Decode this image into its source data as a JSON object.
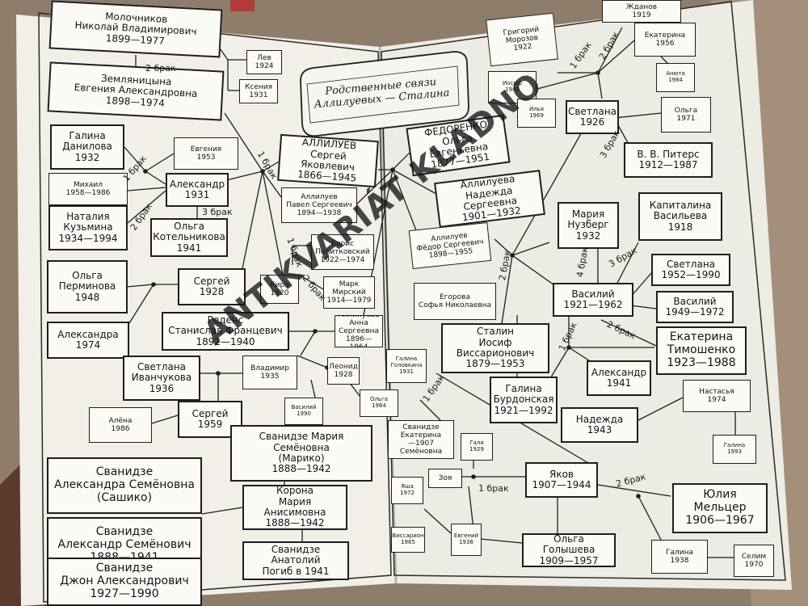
{
  "title": "Родственные связи\nАллилуевых — Сталина",
  "watermark": "ANTIKVARIÁT KLADNO",
  "people": {
    "molochnikov": "Молочников\nНиколай Владимирович\n1899—1977",
    "lev": "Лев\n1924",
    "kseniya": "Ксения\n1931",
    "zemlyanitsyna": "Земляницына\nЕвгения Александровна\n1898—1974",
    "galina_danilova": "Галина\nДанилова\n1932",
    "evgeniya_1953": "Евгения\n1953",
    "mikhail": "Михаил\n1958—1986",
    "aleksandr_1931": "Александр\n1931",
    "nataliya": "Наталия\nКузьмина\n1934—1994",
    "olga_kotelnikova": "Ольга\nКотельникова\n1941",
    "olga_perminova": "Ольга\nПерминова\n1948",
    "sergei_1928": "Сергей\n1928",
    "aleksandra_1974": "Александра\n1974",
    "alliluev_sergei": "АЛЛИЛУЕВ\nСергей Яковлевич\n1866—1945",
    "alliluev_pavel": "Аллилуев\nПавел Сергеевич\n1894—1938",
    "boris": "Борис\nПолитковский\n1922—1974",
    "kira": "Кира\n1920",
    "mark": "Марк\nМирский\n1914—1979",
    "redens": "Реденс\nСтанислав Францевич\n1892—1940",
    "anna": "Аллилуева\nАнна Сергеевна\n1896—1964",
    "svetlana_ivanchukova": "Светлана\nИванчукова\n1936",
    "vladimir": "Владимир\n1935",
    "leonid": "Леонид\n1928",
    "galina_golovkina": "Галина\nГоловкина\n1931",
    "vasily_1990": "Василий\n1990",
    "olga_1964": "Ольга\n1964",
    "alena": "Алёна\n1986",
    "sergei_1959": "Сергей\n1959",
    "svanidze_mariya": "Сванидзе Мария Семёновна\n(Марико)\n1888—1942",
    "svanidze_aleksandra": "Сванидзе\nАлександра Семёновна\n(Сашико)",
    "korona": "Корона\nМария Анисимовна\n1888—1942",
    "svanidze_aleksandr": "Сванидзе\nАлександр Семёнович\n1888—1941",
    "svanidze_anatoly": "Сванидзе Анатолий\nПогиб в 1941",
    "svanidze_dzhon": "Сванидзе\nДжон Александрович\n1927—1990",
    "fedorenko": "ФЕДОРЕНКО\nОльга Евгеньевна\n1877—1951",
    "nadezhda": "Аллилуева\nНадежда Сергеевна\n1901—1932",
    "fedor": "Аллилуев\nФёдор Сергеевич\n1898—1955",
    "egorova": "Егорова\nСофья Николаевна",
    "grigory": "Григорий\nМорозов\n1922",
    "zhdanov": "Жданов\n1919",
    "ekaterina_1956": "Екатерина\n1956",
    "iosif_1945": "Иосиф\n1945",
    "ilya": "Илья\n1969",
    "svetlana_1926": "Светлана\n1926",
    "anyuta": "Анюта\n1984",
    "olga_1971": "Ольга\n1971",
    "piters": "В. В. Питерс\n1912—1987",
    "mariya_nuzberg": "Мария\nНузберг\n1932",
    "kapitalina": "Капиталина\nВасильева\n1918",
    "svetlana_1952": "Светлана\n1952—1990",
    "vasily_1921": "Василий\n1921—1962",
    "vasily_1949": "Василий\n1949—1972",
    "stalin": "Сталин\nИосиф Виссарионович\n1879—1953",
    "ekaterina_timoshenko": "Екатерина\nТимошенко\n1923—1988",
    "aleksandr_1941": "Александр\n1941",
    "galina_burdonskaya": "Галина\nБурдонская\n1921—1992",
    "nastasya": "Настасья\n1974",
    "nadezhda_1943": "Надежда\n1943",
    "galina_1993": "Галина\n1993",
    "svanidze_ekaterina": "Сванидзе\nЕкатерина\n—1907 Семёновна",
    "galya": "Галя\n1929",
    "zoya": "Зоя",
    "yakov": "Яков\n1907—1944",
    "yuliya": "Юлия\nМельцер\n1906—1967",
    "yasha": "Яша\n1972",
    "vissarion": "Виссарион\n1965",
    "evgeny": "Евгений\n1936",
    "olga_golysheva": "Ольга Голышева\n1909—1957",
    "galina_1938": "Галина\n1938",
    "selim": "Селим\n1970"
  },
  "marriage_labels": {
    "b2_molochnikov": "2 брак",
    "b1_aleksandr": "1 брак",
    "b2_aleksandr": "2 брак",
    "b3_aleksandr": "3 брак",
    "b1_sergei": "1 брак",
    "b1_kira": "1 брак",
    "b2_kira": "2 брак",
    "b1_svetlana": "1 брак",
    "b2_svetlana": "2 брак",
    "b3_svetlana": "3 брак",
    "b2_stalin": "2 брак",
    "b1_stalin": "1 брак",
    "b4_vasily": "4 брак",
    "b3_vasily": "3 брак",
    "b1_vasily": "1 брак",
    "b2_vasily": "2 брак",
    "b1_yakov": "1 брак",
    "b2_yakov": "2 брак"
  }
}
